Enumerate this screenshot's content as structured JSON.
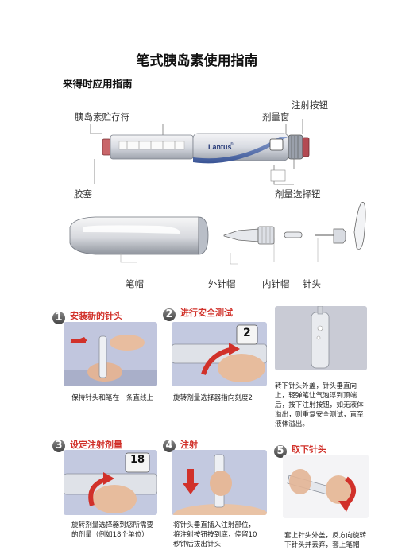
{
  "header": {
    "title": "笔式胰岛素使用指南",
    "subtitle": "来得时应用指南"
  },
  "diagram": {
    "labels": {
      "cartridge": "胰岛素贮存符",
      "injection_button": "注射按钮",
      "dose_window": "剂量窗",
      "plunger": "胶塞",
      "dose_selector": "剂量选择钮",
      "cap": "笔帽",
      "outer_cap": "外针帽",
      "inner_cap": "内针帽",
      "needle": "针头"
    },
    "pen_brand": "Lantus",
    "pen_brand_mark": "®"
  },
  "steps": [
    {
      "number": "1",
      "title": "安装新的针头",
      "description": "保持针头和笔在一条直线上"
    },
    {
      "number": "2",
      "title": "进行安全测试",
      "description": "旋转剂量选择器指向刻度2",
      "dose_display": "2"
    },
    {
      "number": "",
      "title": "",
      "description": "转下针头外盖，针头垂直向上，轻弹笔让气泡浮到顶端后，按下注射按钮，如无液体溢出，则重复安全测试，直至液体溢出。"
    },
    {
      "number": "3",
      "title": "设定注射剂量",
      "description": "旋转剂量选择器到您所需要的剂量（例如18个单位）",
      "dose_display": "18"
    },
    {
      "number": "4",
      "title": "注射",
      "description": "将针头垂直插入注射部位，将注射按钮按到底，停留10秒钟后拔出针头"
    },
    {
      "number": "5",
      "title": "取下针头",
      "description": "套上针头外盖，反方向旋转下针头并丢弃，套上笔帽"
    }
  ],
  "colors": {
    "accent_red": "#d1312a",
    "photo_bg": "#bcc3dd",
    "badge_grey": "#555555"
  }
}
